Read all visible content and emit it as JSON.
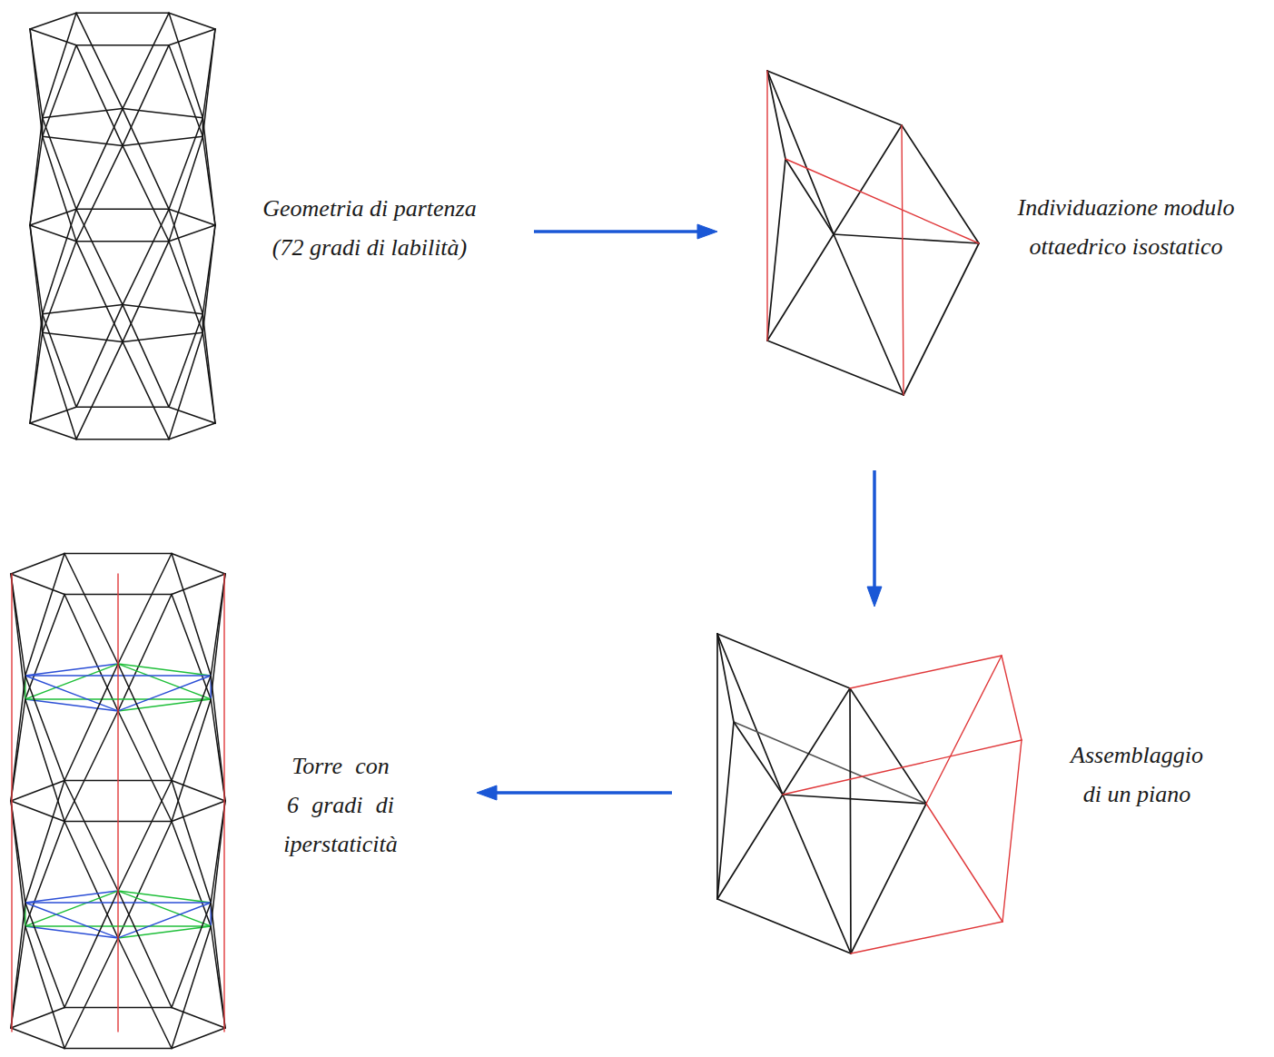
{
  "diagram": {
    "nodes": [
      {
        "text": [
          "Geometria di partenza (72 gradi di labilità)"
        ]
      },
      {
        "text": [
          "Individuazione modulo ottaedrico isostatico"
        ]
      },
      {
        "text": [
          "Assemblaggio di un piano"
        ]
      },
      {
        "text": [
          "Torre con 6 gradi di iperstaticità"
        ]
      }
    ],
    "edges": [
      {
        "from": 0,
        "to": 1,
        "arrow": "to"
      },
      {
        "from": 1,
        "to": 2,
        "arrow": "to"
      },
      {
        "from": 2,
        "to": 3,
        "arrow": "to"
      }
    ]
  }
}
